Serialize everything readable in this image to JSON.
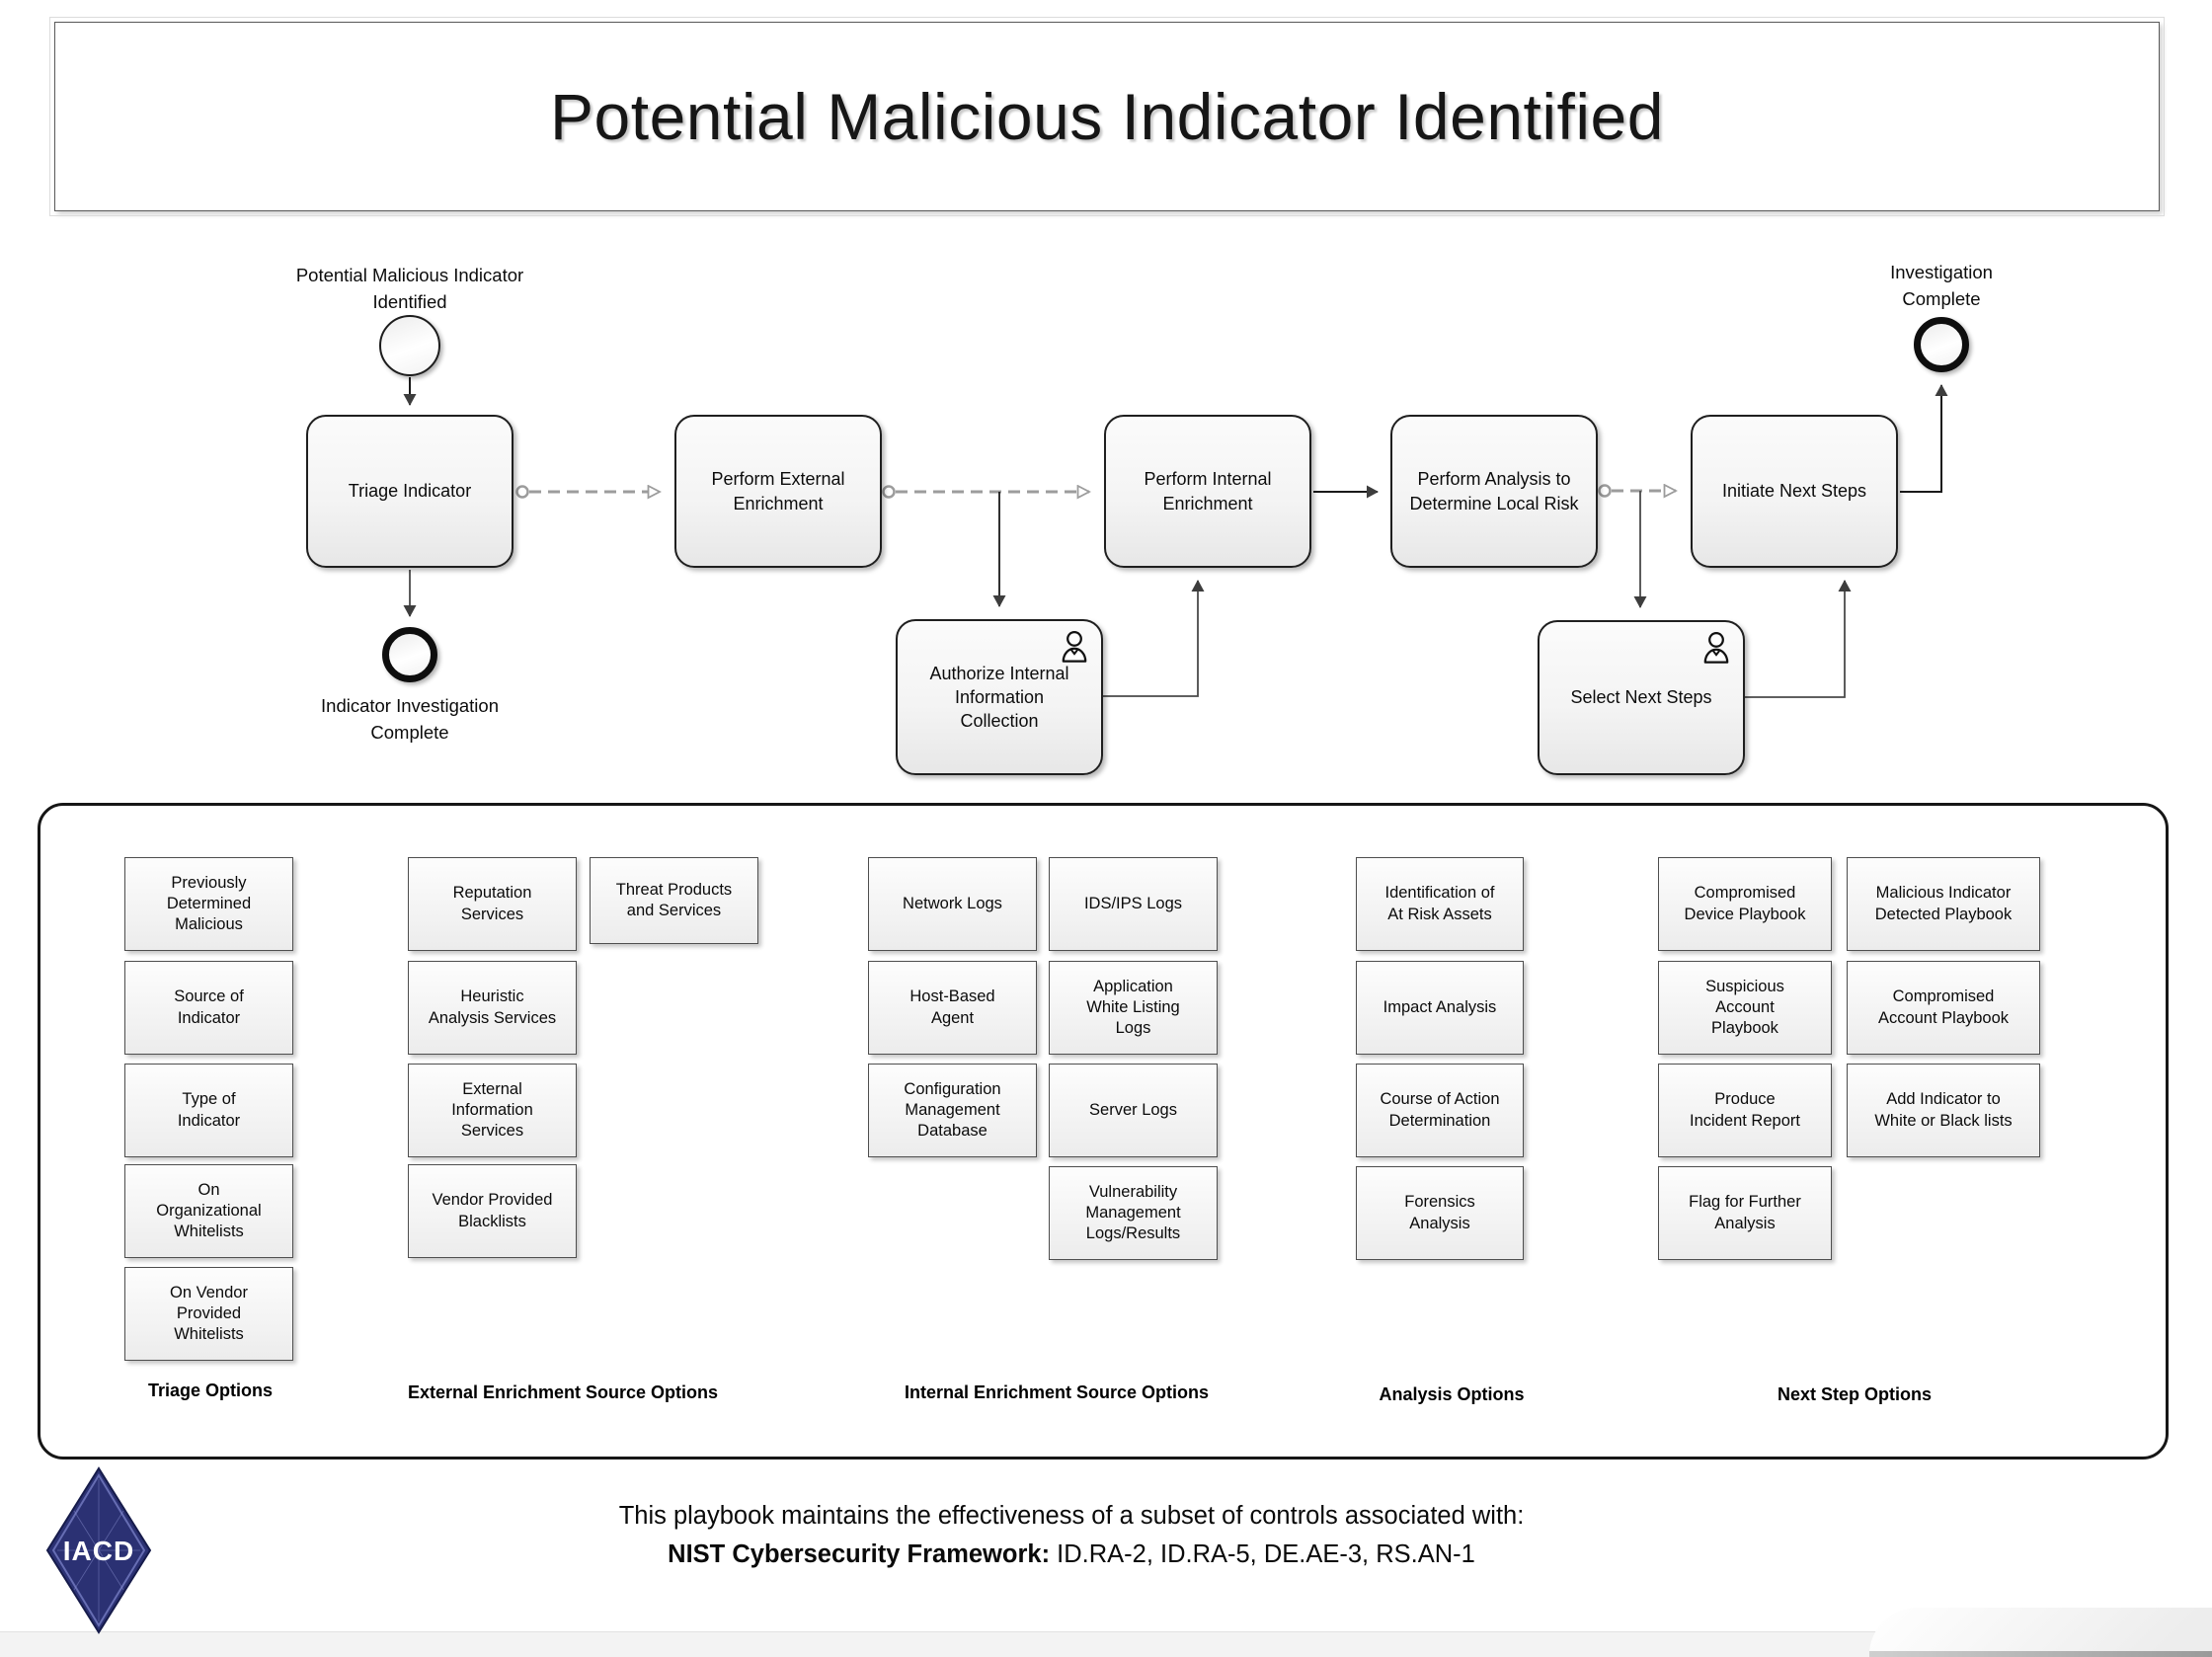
{
  "title": "Potential Malicious Indicator Identified",
  "events": {
    "start": {
      "label": "Potential Malicious Indicator\nIdentified"
    },
    "indicator_complete": {
      "label": "Indicator Investigation\nComplete"
    },
    "investigation_complete": {
      "label": "Investigation\nComplete"
    }
  },
  "tasks": {
    "triage": {
      "label": "Triage Indicator"
    },
    "external_enrichment": {
      "label": "Perform External\nEnrichment"
    },
    "internal_enrichment": {
      "label": "Perform Internal\nEnrichment"
    },
    "analysis": {
      "label": "Perform Analysis to\nDetermine Local Risk"
    },
    "initiate_next_steps": {
      "label": "Initiate Next Steps"
    },
    "authorize_collection": {
      "label": "Authorize Internal\nInformation\nCollection"
    },
    "select_next_steps": {
      "label": "Select Next Steps"
    }
  },
  "options": {
    "triage": {
      "label": "Triage Options",
      "items": [
        "Previously\nDetermined\nMalicious",
        "Source of\nIndicator",
        "Type of\nIndicator",
        "On\nOrganizational\nWhitelists",
        "On Vendor\nProvided\nWhitelists"
      ]
    },
    "external": {
      "label": "External Enrichment Source Options",
      "col1": [
        "Reputation\nServices",
        "Heuristic\nAnalysis Services",
        "External\nInformation\nServices",
        "Vendor Provided\nBlacklists"
      ],
      "col2": [
        "Threat Products\nand Services"
      ]
    },
    "internal": {
      "label": "Internal Enrichment Source Options",
      "col1": [
        "Network Logs",
        "Host-Based\nAgent",
        "Configuration\nManagement\nDatabase"
      ],
      "col2": [
        "IDS/IPS Logs",
        "Application\nWhite Listing\nLogs",
        "Server Logs",
        "Vulnerability\nManagement\nLogs/Results"
      ]
    },
    "analysis": {
      "label": "Analysis Options",
      "items": [
        "Identification of\nAt Risk Assets",
        "Impact Analysis",
        "Course of Action\nDetermination",
        "Forensics\nAnalysis"
      ]
    },
    "next_steps": {
      "label": "Next Step Options",
      "col1": [
        "Compromised\nDevice Playbook",
        "Suspicious\nAccount\nPlaybook",
        "Produce\nIncident Report",
        "Flag for Further\nAnalysis"
      ],
      "col2": [
        "Malicious Indicator\nDetected Playbook",
        "Compromised\nAccount Playbook",
        "Add Indicator to\nWhite or Black lists"
      ]
    }
  },
  "footer": {
    "line1": "This playbook maintains the effectiveness of a subset of controls associated with:",
    "framework_label": "NIST Cybersecurity Framework:",
    "framework_codes": " ID.RA-2, ID.RA-5, DE.AE-3, RS.AN-1",
    "logo_text": "IACD"
  },
  "colors": {
    "dashed_connector": "#9c9c9c",
    "solid_connector": "#1a1a1a",
    "logo_navy": "#2b3173",
    "box_border": "#1f1f1f"
  }
}
